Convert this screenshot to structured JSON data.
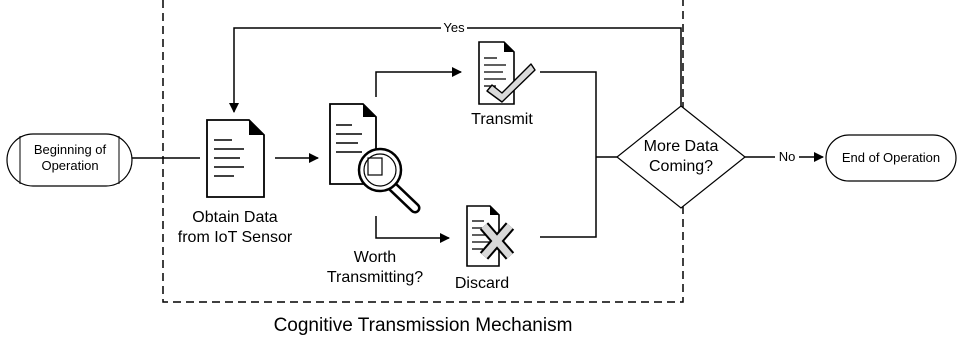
{
  "diagram": {
    "container_label": "Cognitive Transmission Mechanism",
    "nodes": {
      "start": "Beginning of Operation",
      "obtain": "Obtain Data from IoT Sensor",
      "evaluate": "Worth Transmitting?",
      "transmit": "Transmit",
      "discard": "Discard",
      "decision": "More Data Coming?",
      "end": "End of Operation"
    },
    "edges": {
      "yes": "Yes",
      "no": "No"
    }
  }
}
